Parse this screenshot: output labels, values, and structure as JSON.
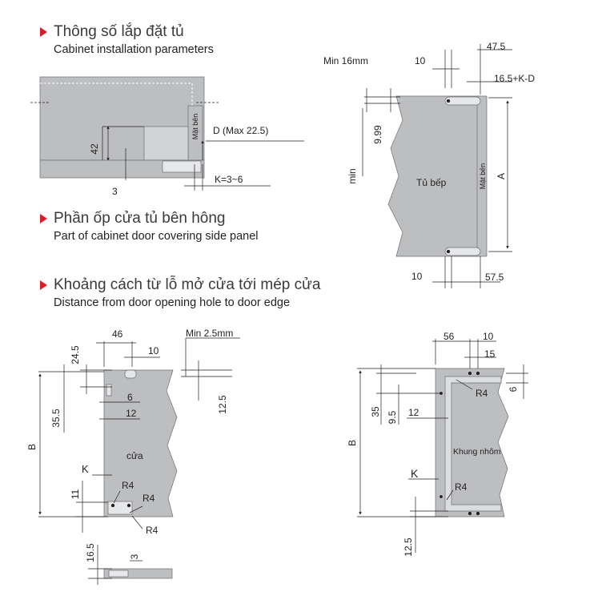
{
  "sections": [
    {
      "title": "Thông số lắp đặt tủ",
      "subtitle": "Cabinet installation parameters"
    },
    {
      "title": "Phần ốp cửa tủ bên hông",
      "subtitle": "Part of cabinet door covering side panel"
    },
    {
      "title": "Khoảng cách từ lỗ mở cửa tới mép cửa",
      "subtitle": "Distance from door opening hole to door edge"
    }
  ],
  "colors": {
    "accent": "#d4202a",
    "panel": "#bcbec0",
    "line": "#231f20"
  },
  "diagram1": {
    "side_label": "Mặt bên",
    "dim_d": "D (Max 22.5)",
    "dim_42": "42",
    "dim_3": "3",
    "dim_k": "K=3~6"
  },
  "diagram2": {
    "min16": "Min 16mm",
    "d10_top": "10",
    "d47": "47.5",
    "d16k": "16.5+K-D",
    "d999": "9.99",
    "dmin": "min",
    "cabinet": "Tủ bếp",
    "side_label": "Mặt bên",
    "dA": "A",
    "d10_bot": "10",
    "d57": "57.5"
  },
  "diagram3": {
    "d46": "46",
    "d10": "10",
    "min25": "Min 2.5mm",
    "d245": "24.5",
    "d355": "35.5",
    "d6": "6",
    "d12": "12",
    "d125": "12.5",
    "dB": "B",
    "door": "cửa",
    "dK": "K",
    "r4a": "R4",
    "r4b": "R4",
    "r4c": "R4",
    "d11": "11",
    "d165": "16.5",
    "d3": "3"
  },
  "diagram4": {
    "d56": "56",
    "d10": "10",
    "d15": "15",
    "r4a": "R4",
    "d6": "6",
    "d35": "35",
    "d95": "9.5",
    "d12": "12",
    "dB": "B",
    "frame": "Khung nhôm",
    "dK": "K",
    "r4b": "R4",
    "d125": "12.5"
  }
}
